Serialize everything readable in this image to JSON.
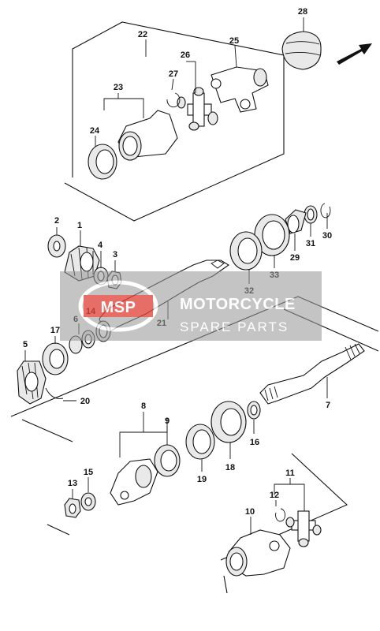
{
  "callouts": [
    "1",
    "2",
    "3",
    "4",
    "5",
    "6",
    "7",
    "8",
    "9",
    "10",
    "11",
    "12",
    "13",
    "14",
    "15",
    "16",
    "17",
    "18",
    "19",
    "20",
    "21",
    "22",
    "23",
    "24",
    "25",
    "26",
    "27",
    "28",
    "29",
    "30",
    "31",
    "32",
    "33"
  ],
  "watermark": {
    "logo_text": "MSP",
    "line1": "MOTORCYCLE",
    "line2": "SPARE PARTS",
    "brand_color": "#e0463c"
  },
  "arrow_icon": "front-direction-arrow"
}
